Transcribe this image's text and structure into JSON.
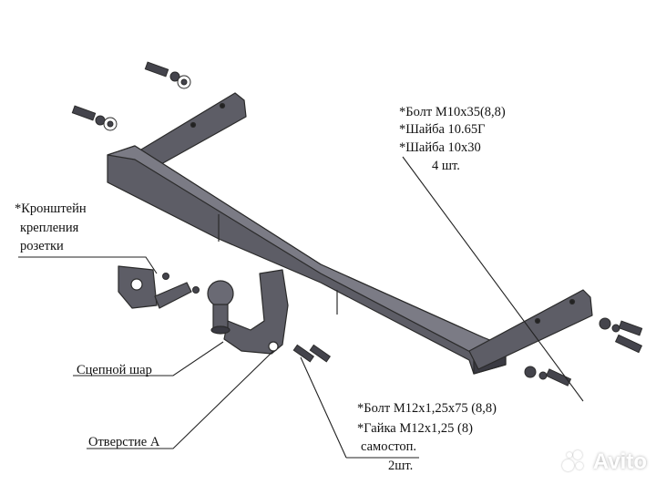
{
  "labels": {
    "bolt_m10_line1": "*Болт М10х35(8,8)",
    "bolt_m10_line2": "*Шайба 10.65Г",
    "bolt_m10_line3": "*Шайба 10х30",
    "bolt_m10_qty": "4 шт.",
    "socket_bracket_line1": "*Кронштейн",
    "socket_bracket_line2": "крепления",
    "socket_bracket_line3": "розетки",
    "tow_ball": "Сцепной шар",
    "hole_a": "Отверстие А",
    "bolt_m12_line1": "*Болт М12х1,25х75 (8,8)",
    "bolt_m12_line2": "*Гайка М12х1,25  (8)",
    "bolt_m12_line3": "самостоп.",
    "bolt_m12_qty": "2шт."
  },
  "watermark": {
    "text": "Avito"
  },
  "colors": {
    "line": "#2b2b2b",
    "metal_fill": "#5d5d66",
    "metal_dark": "#3a3a42",
    "metal_light": "#7b7b85"
  }
}
